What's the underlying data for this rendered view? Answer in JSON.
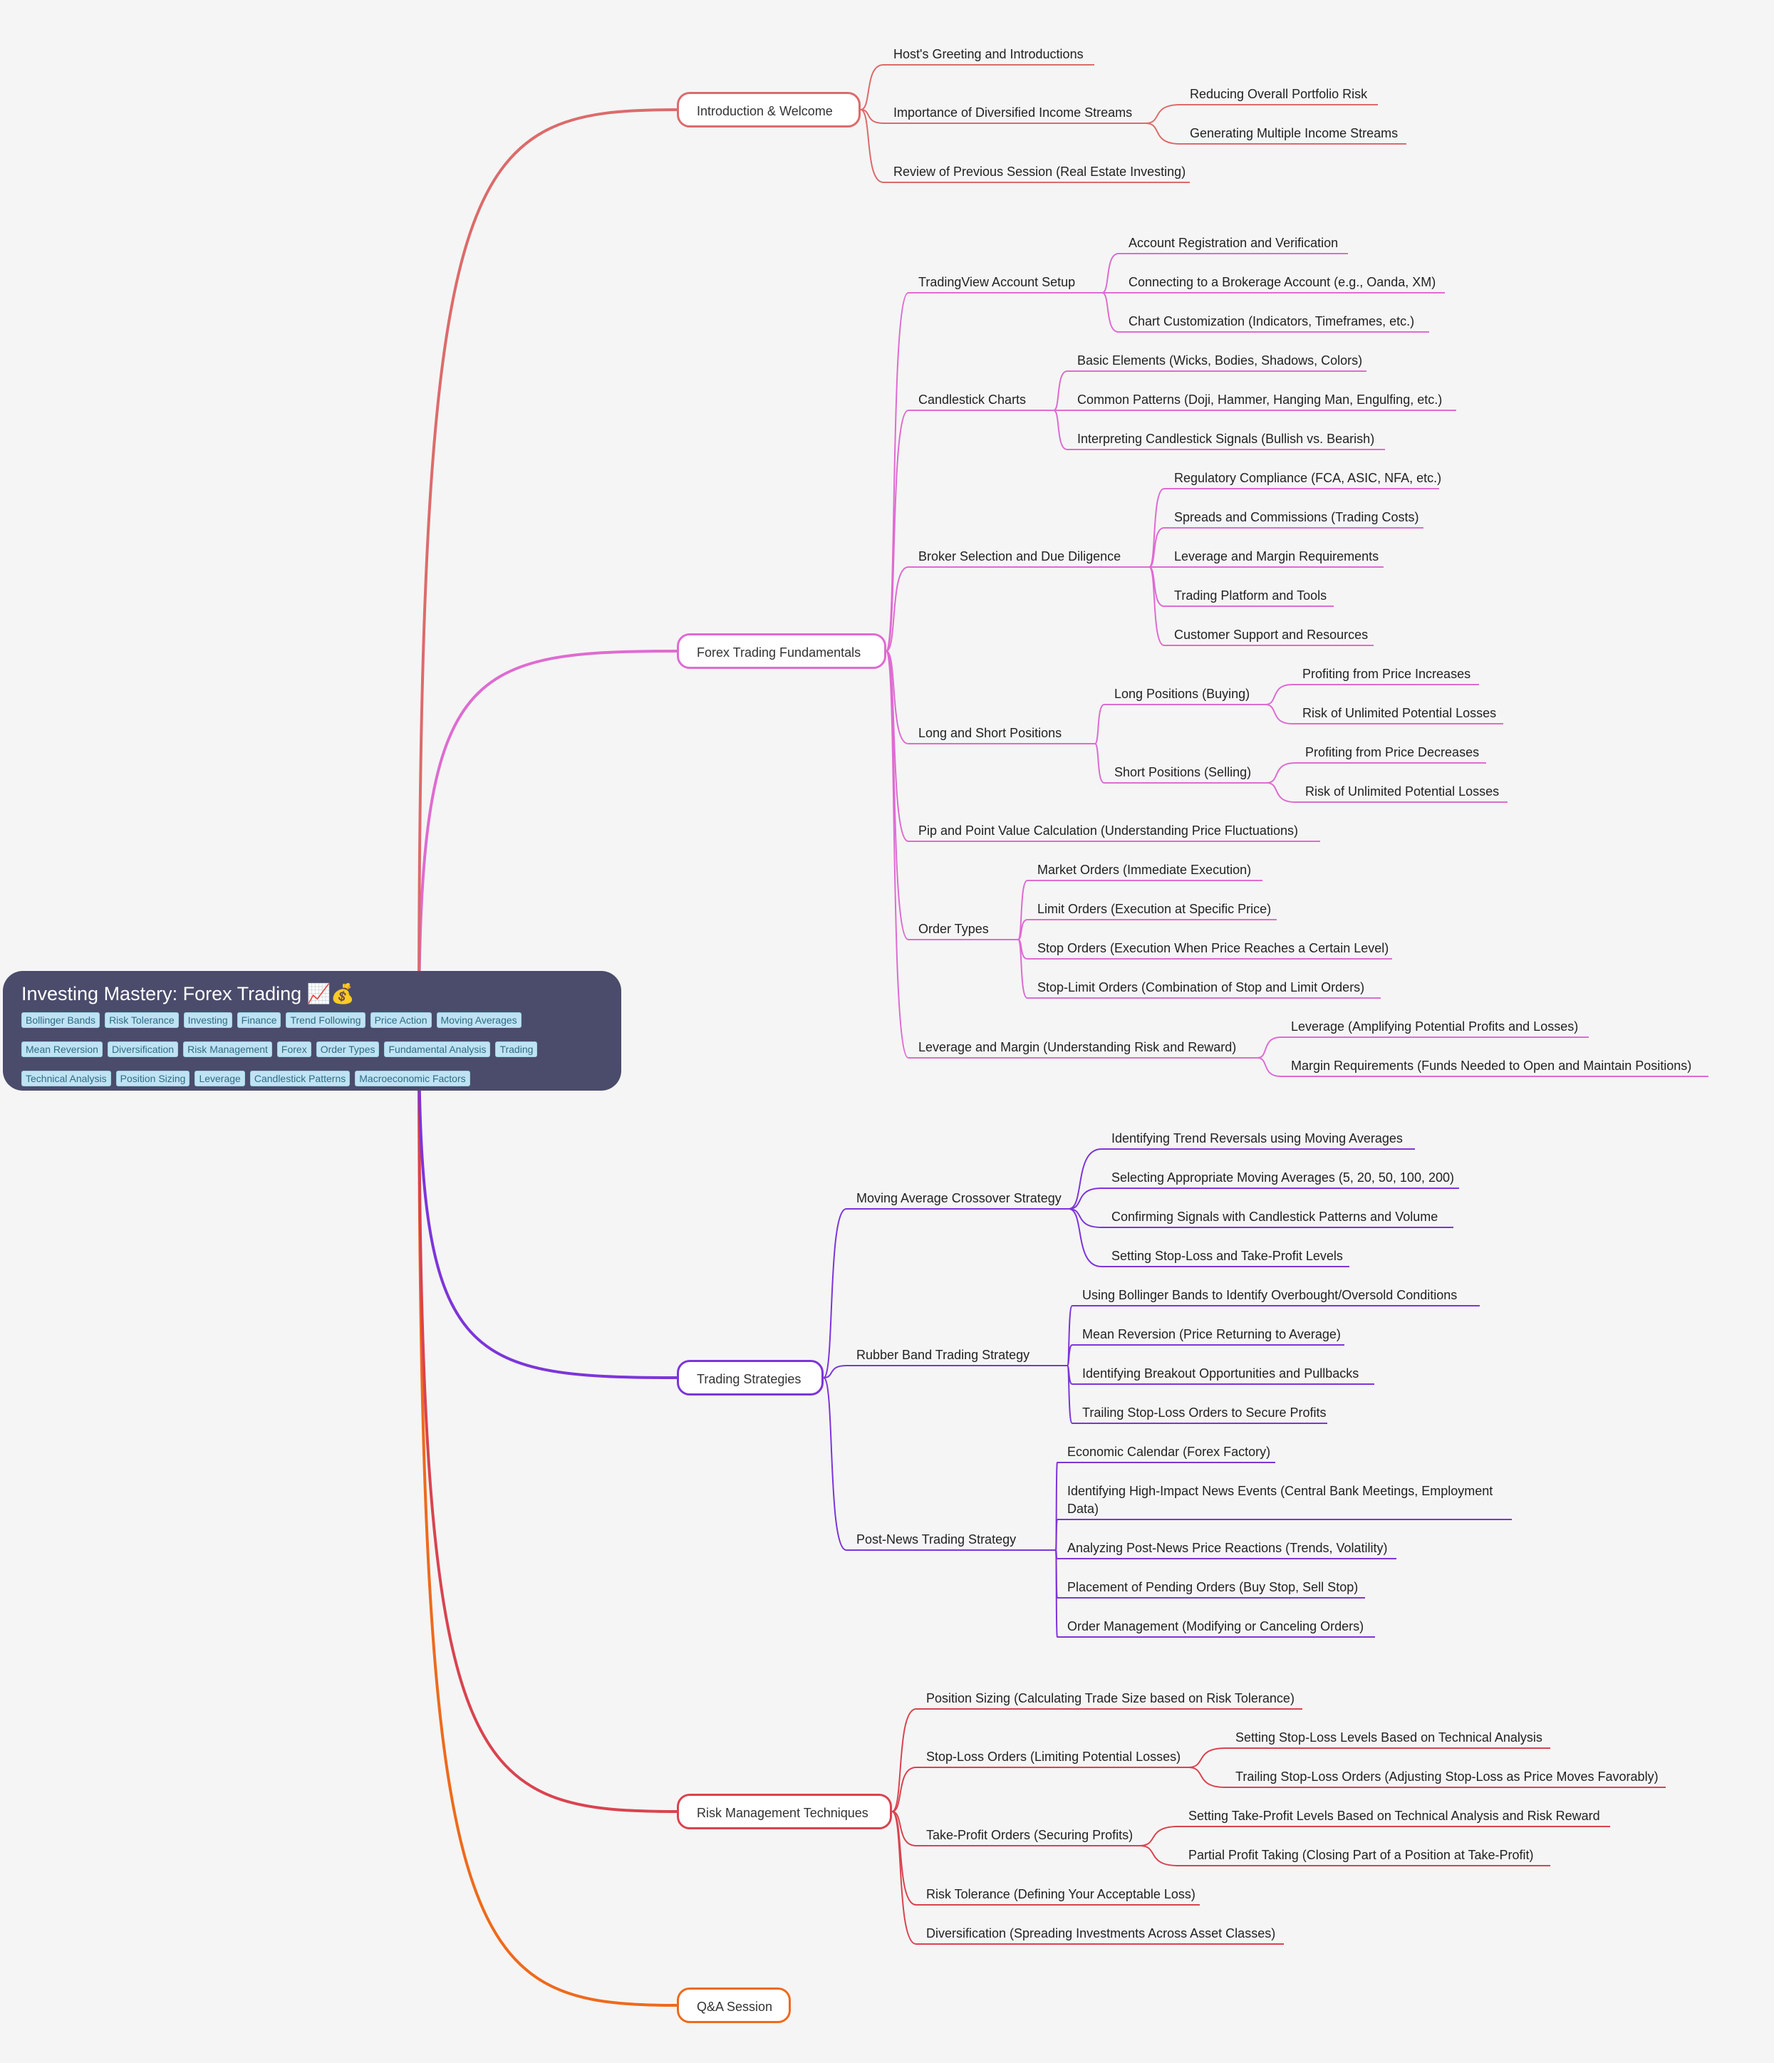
{
  "root": {
    "title": "Investing Mastery: Forex Trading 📈💰",
    "tags": [
      "Bollinger Bands",
      "Risk Tolerance",
      "Investing",
      "Finance",
      "Trend Following",
      "Price Action",
      "Moving Averages",
      "Mean Reversion",
      "Diversification",
      "Risk Management",
      "Forex",
      "Order Types",
      "Fundamental Analysis",
      "Trading",
      "Technical Analysis",
      "Position Sizing",
      "Leverage",
      "Candlestick Patterns",
      "Macroeconomic Factors"
    ]
  },
  "branches": [
    {
      "label": "Introduction & Welcome",
      "color": "#dc6b6b",
      "children": [
        {
          "label": "Host's Greeting and Introductions"
        },
        {
          "label": "Importance of Diversified Income Streams",
          "children": [
            {
              "label": "Reducing Overall Portfolio Risk"
            },
            {
              "label": "Generating Multiple Income Streams"
            }
          ]
        },
        {
          "label": "Review of Previous Session (Real Estate Investing)"
        }
      ]
    },
    {
      "label": "Forex Trading Fundamentals",
      "color": "#de6cd1",
      "children": [
        {
          "label": "TradingView Account Setup",
          "children": [
            {
              "label": "Account Registration and Verification"
            },
            {
              "label": "Connecting to a Brokerage Account (e.g., Oanda, XM)"
            },
            {
              "label": "Chart Customization (Indicators, Timeframes, etc.)"
            }
          ]
        },
        {
          "label": "Candlestick Charts",
          "children": [
            {
              "label": "Basic Elements (Wicks, Bodies, Shadows, Colors)"
            },
            {
              "label": "Common Patterns (Doji, Hammer, Hanging Man, Engulfing, etc.)"
            },
            {
              "label": "Interpreting Candlestick Signals (Bullish vs. Bearish)"
            }
          ]
        },
        {
          "label": "Broker Selection and Due Diligence",
          "children": [
            {
              "label": "Regulatory Compliance (FCA, ASIC, NFA, etc.)"
            },
            {
              "label": "Spreads and Commissions (Trading Costs)"
            },
            {
              "label": "Leverage and Margin Requirements"
            },
            {
              "label": "Trading Platform and Tools"
            },
            {
              "label": "Customer Support and Resources"
            }
          ]
        },
        {
          "label": "Long and Short Positions",
          "children": [
            {
              "label": "Long Positions (Buying)",
              "children": [
                {
                  "label": "Profiting from Price Increases"
                },
                {
                  "label": "Risk of Unlimited Potential Losses"
                }
              ]
            },
            {
              "label": "Short Positions (Selling)",
              "children": [
                {
                  "label": "Profiting from Price Decreases"
                },
                {
                  "label": "Risk of Unlimited Potential Losses"
                }
              ]
            }
          ]
        },
        {
          "label": "Pip and Point Value Calculation (Understanding Price Fluctuations)"
        },
        {
          "label": "Order Types",
          "children": [
            {
              "label": "Market Orders (Immediate Execution)"
            },
            {
              "label": "Limit Orders (Execution at Specific Price)"
            },
            {
              "label": "Stop Orders (Execution When Price Reaches a Certain Level)"
            },
            {
              "label": "Stop-Limit Orders (Combination of Stop and Limit Orders)"
            }
          ]
        },
        {
          "label": "Leverage and Margin (Understanding Risk and Reward)",
          "children": [
            {
              "label": "Leverage (Amplifying Potential Profits and Losses)"
            },
            {
              "label": "Margin Requirements (Funds Needed to Open and Maintain Positions)"
            }
          ]
        }
      ]
    },
    {
      "label": "Trading Strategies",
      "color": "#7d35da",
      "children": [
        {
          "label": "Moving Average Crossover Strategy",
          "children": [
            {
              "label": "Identifying Trend Reversals using Moving Averages"
            },
            {
              "label": "Selecting Appropriate Moving Averages (5, 20, 50, 100, 200)"
            },
            {
              "label": "Confirming Signals with Candlestick Patterns and Volume"
            },
            {
              "label": "Setting Stop-Loss and Take-Profit Levels"
            }
          ]
        },
        {
          "label": "Rubber Band Trading Strategy",
          "children": [
            {
              "label": "Using Bollinger Bands to Identify Overbought/Oversold Conditions"
            },
            {
              "label": "Mean Reversion (Price Returning to Average)"
            },
            {
              "label": "Identifying Breakout Opportunities and Pullbacks"
            },
            {
              "label": "Trailing Stop-Loss Orders to Secure Profits"
            }
          ]
        },
        {
          "label": "Post-News Trading Strategy",
          "children": [
            {
              "label": "Economic Calendar (Forex Factory)"
            },
            {
              "label": "Identifying High-Impact News Events (Central Bank Meetings, Employment Data)"
            },
            {
              "label": "Analyzing Post-News Price Reactions (Trends, Volatility)"
            },
            {
              "label": "Placement of Pending Orders (Buy Stop, Sell Stop)"
            },
            {
              "label": "Order Management (Modifying or Canceling Orders)"
            }
          ]
        }
      ]
    },
    {
      "label": "Risk Management Techniques",
      "color": "#d9434f",
      "children": [
        {
          "label": "Position Sizing (Calculating Trade Size based on Risk Tolerance)"
        },
        {
          "label": "Stop-Loss Orders (Limiting Potential Losses)",
          "children": [
            {
              "label": "Setting Stop-Loss Levels Based on Technical Analysis"
            },
            {
              "label": "Trailing Stop-Loss Orders (Adjusting Stop-Loss as Price Moves Favorably)"
            }
          ]
        },
        {
          "label": "Take-Profit Orders (Securing Profits)",
          "children": [
            {
              "label": "Setting Take-Profit Levels Based on Technical Analysis and Risk Reward"
            },
            {
              "label": "Partial Profit Taking (Closing Part of a Position at Take-Profit)"
            }
          ]
        },
        {
          "label": "Risk Tolerance (Defining Your Acceptable Loss)"
        },
        {
          "label": "Diversification (Spreading Investments Across Asset Classes)"
        }
      ]
    },
    {
      "label": "Q&A Session",
      "color": "#ee6a1c",
      "children": []
    }
  ]
}
